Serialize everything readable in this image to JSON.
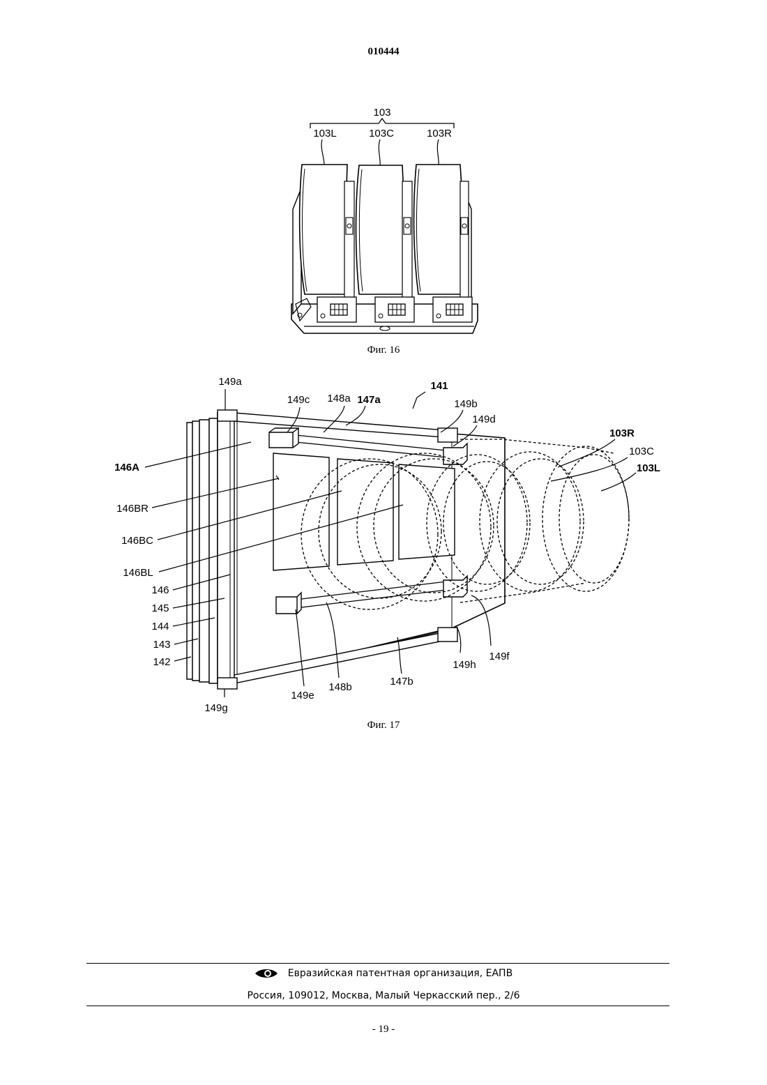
{
  "header": {
    "doc_number": "010444"
  },
  "fig16": {
    "caption": "Фиг. 16",
    "labels": {
      "group": "103",
      "left": "103L",
      "center": "103C",
      "right": "103R"
    }
  },
  "fig17": {
    "caption": "Фиг. 17",
    "labels": {
      "l141": "141",
      "l149a": "149a",
      "l149b": "149b",
      "l149c": "149c",
      "l149d": "149d",
      "l149e": "149e",
      "l149f": "149f",
      "l149g": "149g",
      "l149h": "149h",
      "l148a": "148a",
      "l148b": "148b",
      "l147a": "147a",
      "l147b": "147b",
      "l146A": "146A",
      "l146BR": "146BR",
      "l146BC": "146BC",
      "l146BL": "146BL",
      "l146": "146",
      "l145": "145",
      "l144": "144",
      "l143": "143",
      "l142": "142",
      "l103R": "103R",
      "l103C": "103C",
      "l103L": "103L"
    }
  },
  "footer": {
    "org": "Евразийская патентная организация, ЕАПВ",
    "address": "Россия, 109012, Москва, Малый Черкасский пер., 2/6",
    "logo_icon": "eye-logo-icon"
  },
  "page_number": "- 19 -"
}
